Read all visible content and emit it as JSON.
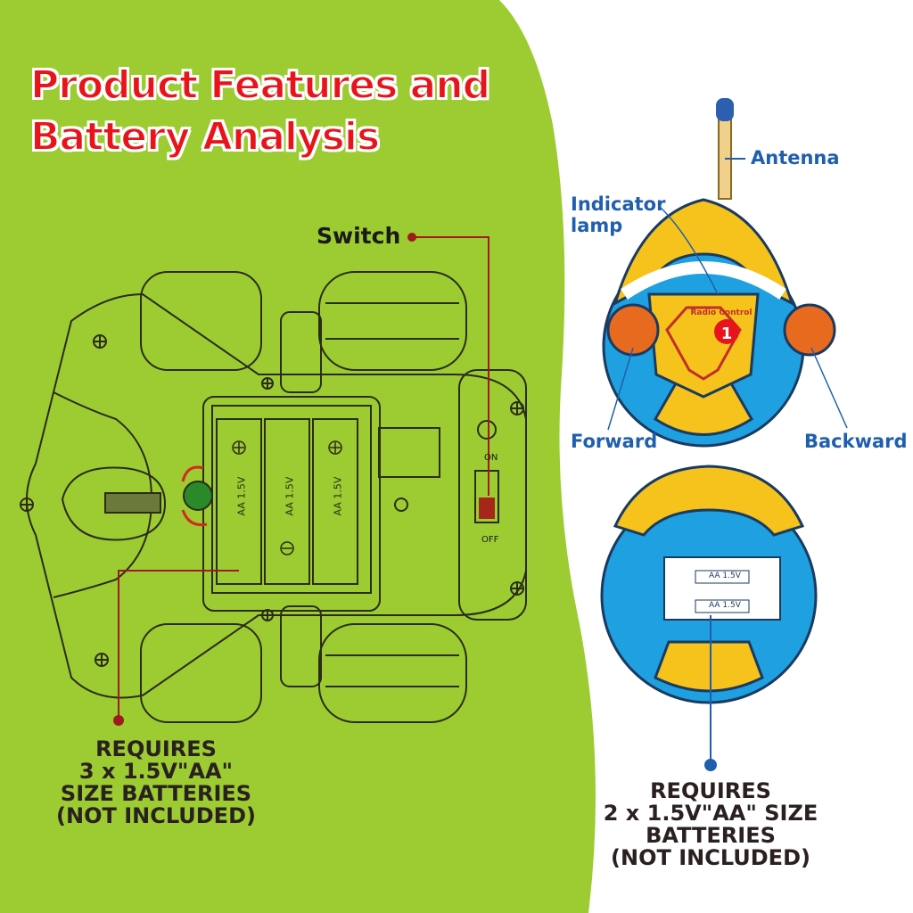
{
  "title": {
    "line1": "Product Features and",
    "line2": "Battery Analysis"
  },
  "car": {
    "switch_label": "Switch",
    "switch_on": "ON",
    "switch_off": "OFF",
    "battery_label": "AA 1.5V",
    "requirement": [
      "REQUIRES",
      "3 x 1.5V\"AA\"",
      "SIZE BATTERIES",
      "(NOT INCLUDED)"
    ]
  },
  "remote": {
    "antenna_label": "Antenna",
    "indicator_label_1": "Indicator",
    "indicator_label_2": "lamp",
    "forward_label": "Forward",
    "backward_label": "Backward",
    "badge_text": "Radio Control",
    "badge_number": "1",
    "battery_label": "AA 1.5V",
    "requirement": [
      "REQUIRES",
      "2 x 1.5V\"AA\" SIZE",
      "BATTERIES",
      "(NOT INCLUDED)"
    ]
  },
  "colors": {
    "green": "#9ccc32",
    "red": "#e8141b",
    "blue": "#1fa0e0",
    "yellow": "#f6c21c",
    "orange": "#e86a1e",
    "callout": "#1f5fae"
  }
}
